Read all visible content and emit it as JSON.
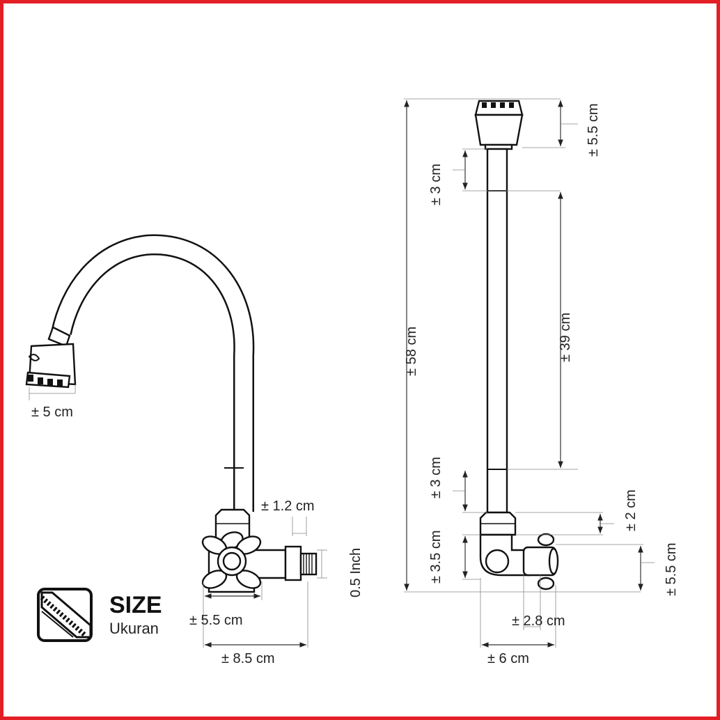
{
  "legend": {
    "title": "SIZE",
    "subtitle": "Ukuran"
  },
  "side_view": {
    "spout_width": "± 5 cm",
    "nut_height": "± 1.2 cm",
    "thread": "0.5 Inch",
    "handle_width": "± 5.5 cm",
    "total_depth": "± 8.5 cm"
  },
  "front_view": {
    "head_height": "± 5.5 cm",
    "top_segment": "± 3 cm",
    "tube_length": "± 39 cm",
    "total_height": "± 58 cm",
    "bottom_segment": "± 3 cm",
    "nut_height": "± 2 cm",
    "body_height": "± 3.5 cm",
    "handle_height": "± 5.5 cm",
    "handle_offset": "± 2.8 cm",
    "base_width": "± 6 cm"
  },
  "colors": {
    "border": "#e31e24",
    "ink": "#111111"
  }
}
